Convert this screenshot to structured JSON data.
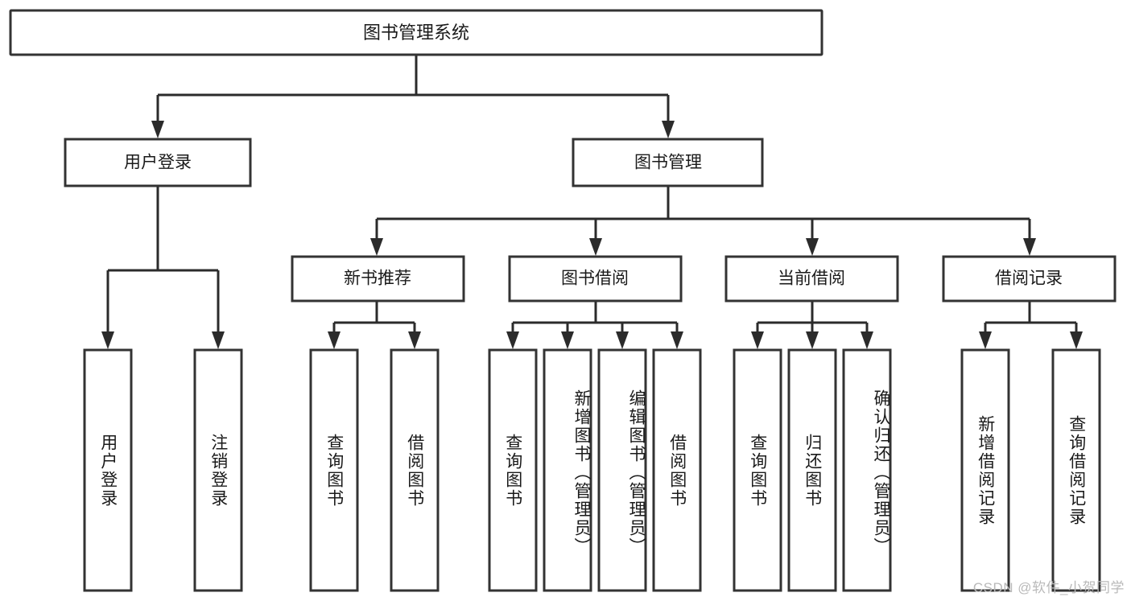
{
  "diagram": {
    "title": "图书管理系统",
    "type": "tree-hierarchy-chart",
    "watermark": "CSDN @软件_小贺同学",
    "colors": {
      "box_stroke": "#333333",
      "box_fill": "#ffffff",
      "connector": "#2b2b2b",
      "text": "#1a1a1a",
      "watermark": "#b9b9b9",
      "background": "#ffffff"
    },
    "root": {
      "label": "图书管理系统"
    },
    "level2": [
      {
        "id": "user-login",
        "label": "用户登录"
      },
      {
        "id": "book-management",
        "label": "图书管理"
      }
    ],
    "level3": [
      {
        "id": "new-book-recommend",
        "label": "新书推荐",
        "parent": "book-management"
      },
      {
        "id": "book-borrow",
        "label": "图书借阅",
        "parent": "book-management"
      },
      {
        "id": "current-borrow",
        "label": "当前借阅",
        "parent": "book-management"
      },
      {
        "id": "borrow-record",
        "label": "借阅记录",
        "parent": "book-management"
      }
    ],
    "leaves": {
      "user-login": [
        {
          "id": "leaf-user-login",
          "label": "用户登录"
        },
        {
          "id": "leaf-user-logout",
          "label": "注销登录"
        }
      ],
      "new-book-recommend": [
        {
          "id": "leaf-query-book-1",
          "label": "查询图书"
        },
        {
          "id": "leaf-borrow-book-1",
          "label": "借阅图书"
        }
      ],
      "book-borrow": [
        {
          "id": "leaf-query-book-2",
          "label": "查询图书"
        },
        {
          "id": "leaf-add-book",
          "label": "新增图书（管理员）"
        },
        {
          "id": "leaf-edit-book",
          "label": "编辑图书（管理员）"
        },
        {
          "id": "leaf-borrow-book-2",
          "label": "借阅图书"
        }
      ],
      "current-borrow": [
        {
          "id": "leaf-query-book-3",
          "label": "查询图书"
        },
        {
          "id": "leaf-return-book",
          "label": "归还图书"
        },
        {
          "id": "leaf-confirm-return",
          "label": "确认归还（管理员）"
        }
      ],
      "borrow-record": [
        {
          "id": "leaf-add-record",
          "label": "新增借阅记录"
        },
        {
          "id": "leaf-query-record",
          "label": "查询借阅记录"
        }
      ]
    }
  }
}
